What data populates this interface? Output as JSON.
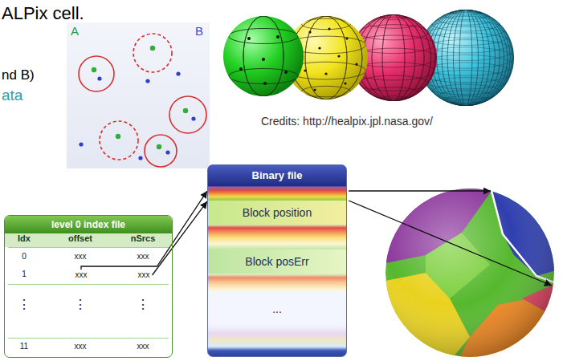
{
  "diagram": {
    "nodes": [
      {
        "text": [
          "level 0 index file"
        ]
      },
      {
        "text": [
          "xxx"
        ],
        "in": 0
      },
      {
        "text": [
          "xxx"
        ],
        "in": 0
      },
      {
        "text": [
          "Binary file"
        ]
      },
      {
        "text": [
          "Block position"
        ],
        "in": 3
      },
      {
        "text": [
          "Block posErr"
        ],
        "in": 3
      },
      {
        "text": [
          "..."
        ],
        "in": 3
      }
    ],
    "edges": [
      {
        "from": 1,
        "to": 3,
        "arrow": "to"
      },
      {
        "from": 2,
        "to": 3,
        "arrow": "to"
      }
    ],
    "labels": [
      "ALPix cell.",
      "nd B)",
      "ata",
      "A",
      "B",
      "Credits: http://healpix.jpl.nasa.gov/",
      "Idx",
      "offset",
      "nSrcs",
      "0",
      "xxx",
      "xxx",
      "1",
      "⋮",
      "⋮",
      "⋮",
      "11",
      "xxx",
      "xxx"
    ]
  }
}
